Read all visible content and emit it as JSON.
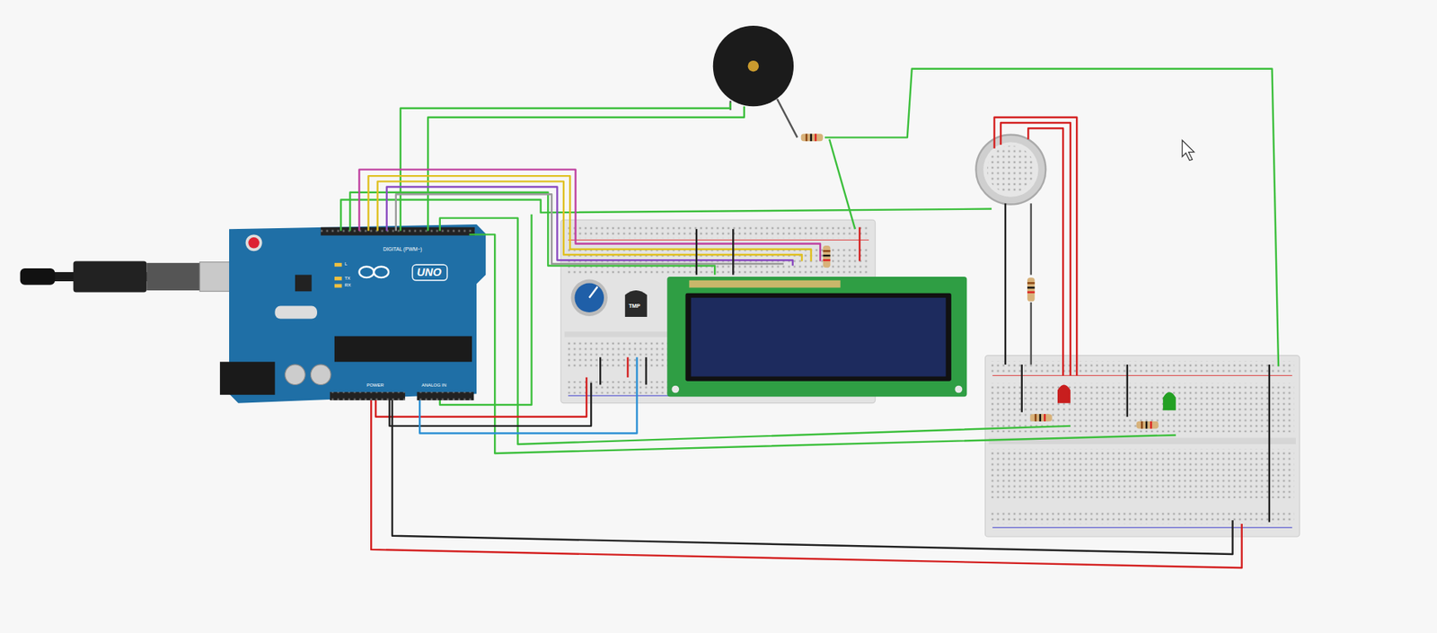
{
  "diagram": {
    "labels": [
      "UNO",
      "DIGITAL (PWM~)",
      "POWER",
      "ANALOG IN",
      "TMP",
      "L",
      "TX",
      "RX"
    ]
  }
}
